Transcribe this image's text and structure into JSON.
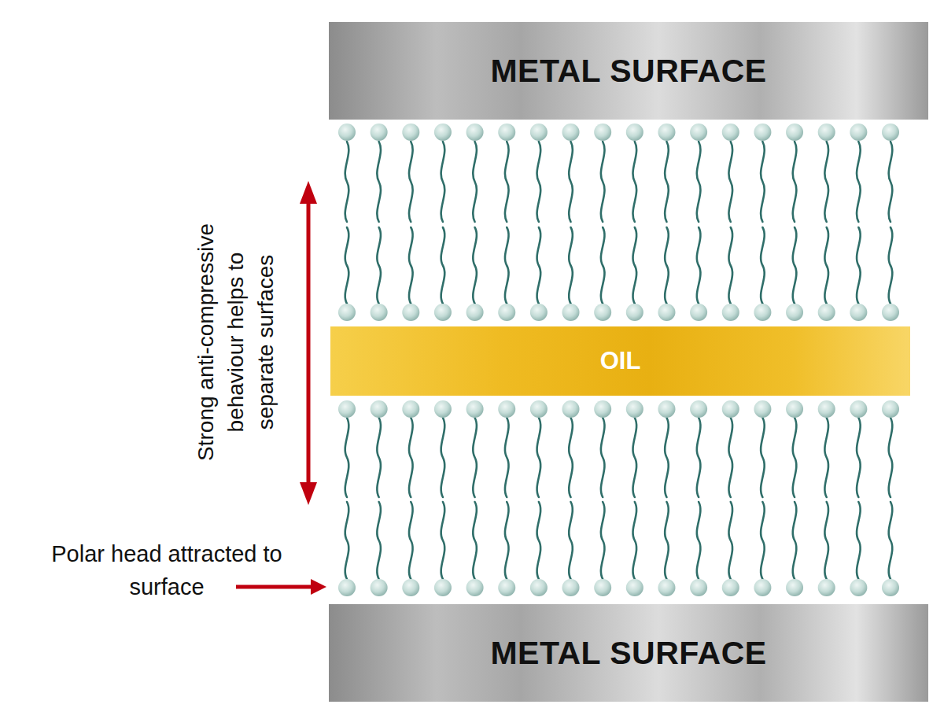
{
  "diagram": {
    "nodes": [
      {
        "text": [
          "METAL SURFACE"
        ]
      },
      {
        "text": [
          "OIL"
        ]
      },
      {
        "text": [
          "METAL SURFACE"
        ]
      }
    ],
    "labels": [
      "Strong anti-compressive behaviour helps to separate surfaces",
      "Polar head attracted to surface"
    ]
  }
}
